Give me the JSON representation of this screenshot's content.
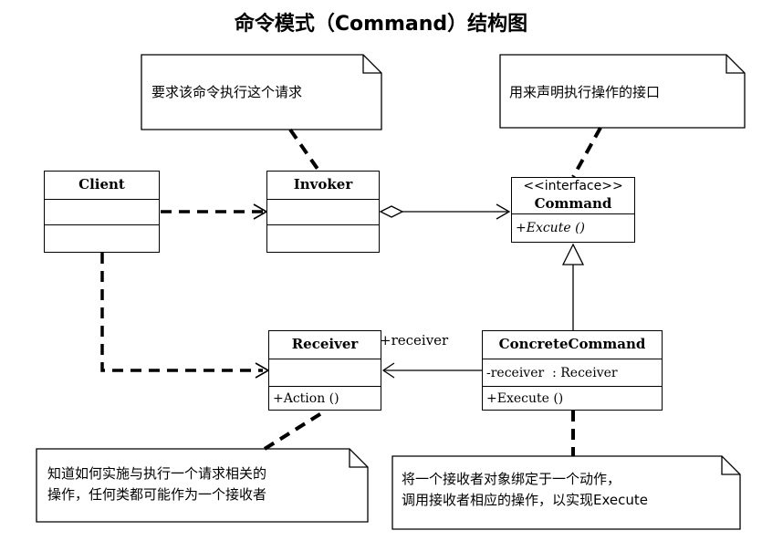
{
  "title": "命令模式（Command）结构图",
  "classes": {
    "client": {
      "name": "Client"
    },
    "invoker": {
      "name": "Invoker"
    },
    "command": {
      "stereotype": "<<interface>>",
      "name": "Command",
      "operation": "+Excute ()"
    },
    "receiver": {
      "name": "Receiver",
      "operation": "+Action ()"
    },
    "concrete_command": {
      "name": "ConcreteCommand",
      "attribute": "-receiver  : Receiver",
      "operation": "+Execute ()"
    }
  },
  "association_role": "+receiver",
  "notes": {
    "invoker": "要求该命令执行这个请求",
    "command": "用来声明执行操作的接口",
    "receiver": [
      "知道如何实施与执行一个请求相关的",
      "操作，任何类都可能作为一个接收者"
    ],
    "concrete_command": [
      "将一个接收者对象绑定于一个动作，",
      "调用接收者相应的操作，以实现Execute"
    ]
  }
}
